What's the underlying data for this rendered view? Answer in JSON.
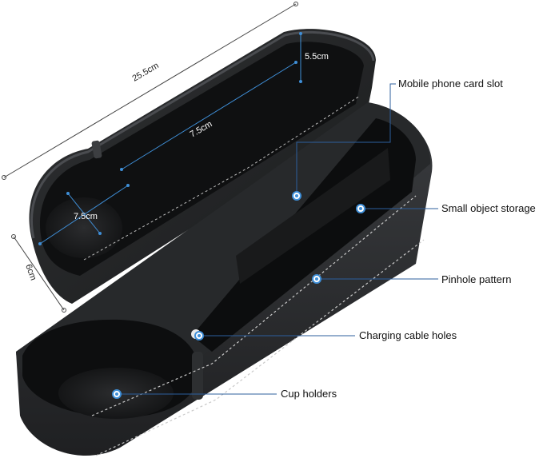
{
  "dimensions": {
    "length": "25.5cm",
    "height": "6cm",
    "slot_depth": "5.5cm",
    "slot_length": "7.5cm",
    "cup_diameter": "7.5cm"
  },
  "callouts": {
    "phone_slot": "Mobile phone card slot",
    "small_storage": "Small object storage",
    "pinhole": "Pinhole pattern",
    "cable_holes": "Charging cable holes",
    "cup_holders": "Cup holders"
  },
  "colors": {
    "background": "#ffffff",
    "leather": "#2a2c2e",
    "leather_dark": "#161718",
    "interior": "#0e0f10",
    "stitch": "#c9c9c9",
    "accent": "#3f8fd8",
    "leader": "#2c5f9e"
  }
}
